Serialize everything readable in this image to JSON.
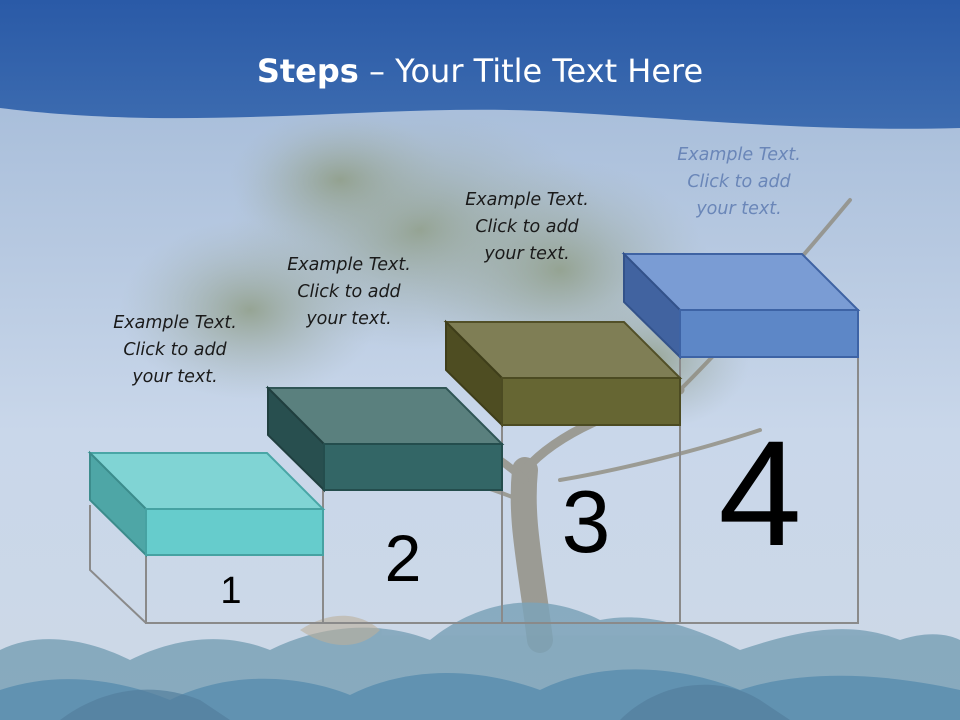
{
  "title": {
    "bold": "Steps",
    "rest": " – Your Title Text Here"
  },
  "background": {
    "image": "tree-and-garbage-bags-photo",
    "header_color": "#2f5ea8"
  },
  "steps": [
    {
      "number": "1",
      "color": "#66cccc",
      "text": [
        "Example Text.",
        "Click  to add",
        "your text."
      ]
    },
    {
      "number": "2",
      "color": "#336666",
      "text": [
        "Example Text.",
        "Click  to add",
        "your text."
      ]
    },
    {
      "number": "3",
      "color": "#666633",
      "text": [
        "Example Text.",
        "Click  to add",
        "your text."
      ]
    },
    {
      "number": "4",
      "color": "#5d87c7",
      "text": [
        "Example Text.",
        "Click  to add",
        "your text."
      ]
    }
  ]
}
